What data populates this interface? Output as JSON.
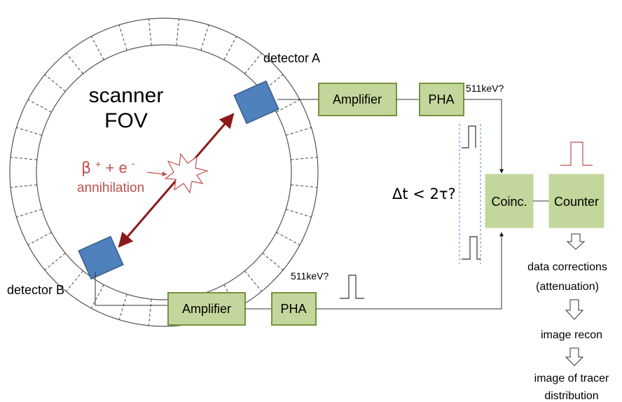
{
  "colors": {
    "box_fill": "#c3d69b",
    "box_stroke": "#77933c",
    "detector_fill": "#4f81bd",
    "detector_stroke": "#385d8a",
    "arrow": "#8b1a1a",
    "red_text": "#c0504d",
    "pulse": "#c0504d",
    "dashed_blue": "#4f81bd",
    "line": "#333333"
  },
  "ring": {
    "fov_line1": "scanner",
    "fov_line2": "FOV",
    "segment_count": 32
  },
  "annihilation": {
    "beta": "β",
    "plus": "+",
    "plus_sign": " + ",
    "electron": "e",
    "minus": "-",
    "label": "annihilation"
  },
  "detectors": {
    "a_label": "detector A",
    "b_label": "detector B"
  },
  "top_chain": {
    "amplifier": "Amplifier",
    "pha": "PHA",
    "energy_check": "511keV?"
  },
  "bottom_chain": {
    "amplifier": "Amplifier",
    "pha": "PHA",
    "energy_check": "511keV?"
  },
  "coincidence": {
    "timing_label": "Δt < 2τ?",
    "box": "Coinc.",
    "counter": "Counter"
  },
  "pipeline": {
    "step1_line1": "data corrections",
    "step1_line2": "(attenuation)",
    "step2": "image recon",
    "step3_line1": "image of tracer",
    "step3_line2": "distribution"
  }
}
